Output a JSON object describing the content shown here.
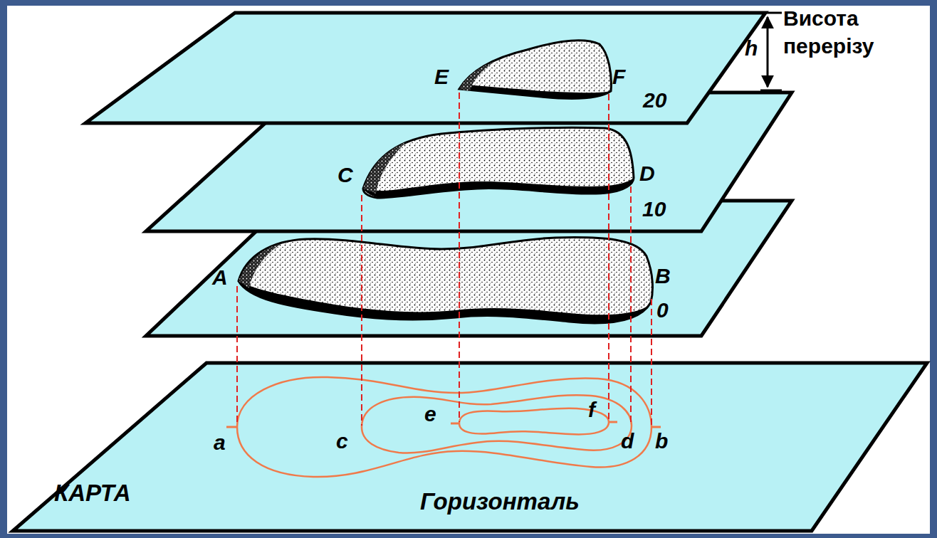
{
  "diagram": {
    "labels": [
      "Висота перерізу",
      "h",
      "E",
      "F",
      "20",
      "C",
      "D",
      "10",
      "A",
      "B",
      "0",
      "a",
      "c",
      "e",
      "f",
      "d",
      "b",
      "КАРТА",
      "Горизонталь"
    ]
  }
}
